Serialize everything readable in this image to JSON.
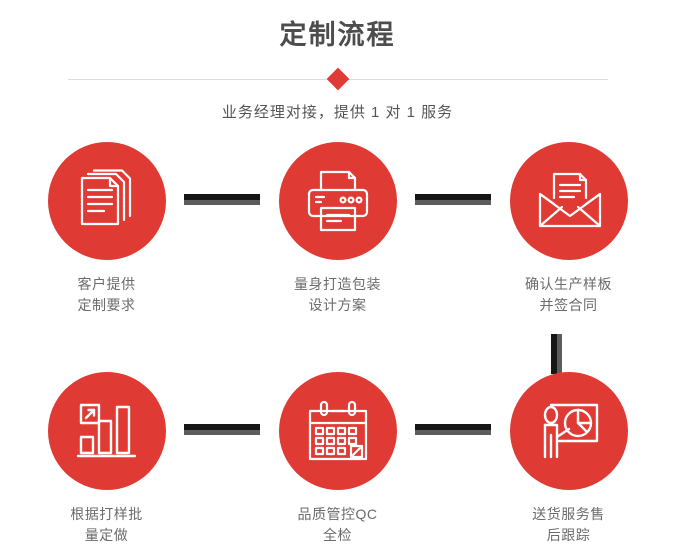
{
  "header": {
    "title": "定制流程",
    "subtitle": "业务经理对接，提供 1 对 1 服务",
    "divider_icon": "diamond-icon"
  },
  "theme": {
    "accent_red": "#e03a34",
    "title_gray": "#4d4d4d",
    "label_gray": "#6b6b6b",
    "connector_dark": "#161616",
    "connector_gray": "#5c5c5c",
    "divider_line": "#dcdcdc",
    "background": "#ffffff"
  },
  "flow": {
    "row1": [
      {
        "icon": "documents-stack-icon",
        "label": "客户提供\n定制要求"
      },
      {
        "icon": "printer-icon",
        "label": "量身打造包装\n设计方案"
      },
      {
        "icon": "envelope-document-icon",
        "label": "确认生产样板\n并签合同"
      }
    ],
    "row2": [
      {
        "icon": "bar-chart-growth-icon",
        "label": "根据打样批\n量定做"
      },
      {
        "icon": "calendar-check-icon",
        "label": "品质管控QC\n全检"
      },
      {
        "icon": "presentation-pie-chart-icon",
        "label": "送货服务售\n后跟踪"
      }
    ],
    "connectors": {
      "horizontal": "arrow-bar-connector",
      "vertical": "vertical-bar-connector"
    }
  }
}
